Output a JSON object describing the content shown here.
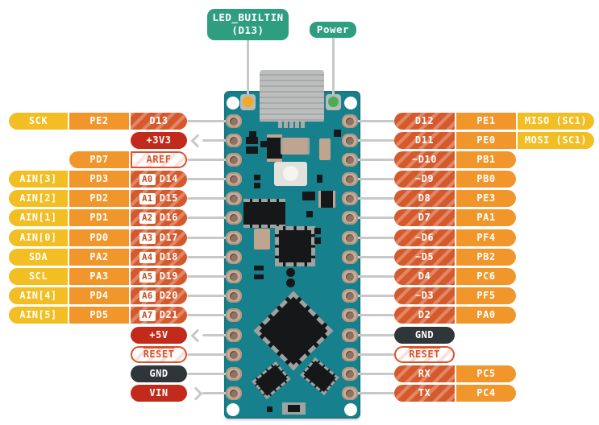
{
  "callouts": {
    "led_builtin": {
      "line1": "LED_BUILTIN",
      "line2": "(D13)"
    },
    "power": {
      "label": "Power"
    }
  },
  "left_rows": [
    {
      "signal": "SCK",
      "port": "PE2",
      "pin": "D13"
    },
    {
      "pin": "+3V3",
      "arrow": "toward-pill"
    },
    {
      "port": "PD7",
      "pin": "AREF"
    },
    {
      "signal": "AIN[3]",
      "port": "PD3",
      "pin_a": "A0",
      "pin": "D14"
    },
    {
      "signal": "AIN[2]",
      "port": "PD2",
      "pin_a": "A1",
      "pin": "D15"
    },
    {
      "signal": "AIN[1]",
      "port": "PD1",
      "pin_a": "A2",
      "pin": "D16"
    },
    {
      "signal": "AIN[0]",
      "port": "PD0",
      "pin_a": "A3",
      "pin": "D17"
    },
    {
      "signal": "SDA",
      "port": "PA2",
      "pin_a": "A4",
      "pin": "D18"
    },
    {
      "signal": "SCL",
      "port": "PA3",
      "pin_a": "A5",
      "pin": "D19"
    },
    {
      "signal": "AIN[4]",
      "port": "PD4",
      "pin_a": "A6",
      "pin": "D20"
    },
    {
      "signal": "AIN[5]",
      "port": "PD5",
      "pin_a": "A7",
      "pin": "D21"
    },
    {
      "pin": "+5V",
      "arrow": "toward-pill"
    },
    {
      "pin": "RESET"
    },
    {
      "pin": "GND"
    },
    {
      "pin": "VIN",
      "arrow": "toward-board"
    }
  ],
  "right_rows": [
    {
      "pin": "D12",
      "port": "PE1",
      "signal": "MISO (SC1)"
    },
    {
      "pin": "D11",
      "port": "PE0",
      "signal": "MOSI (SC1)"
    },
    {
      "pin": "~D10",
      "port": "PB1"
    },
    {
      "pin": "~D9",
      "port": "PB0"
    },
    {
      "pin": "D8",
      "port": "PE3"
    },
    {
      "pin": "D7",
      "port": "PA1"
    },
    {
      "pin": "~D6",
      "port": "PF4"
    },
    {
      "pin": "~D5",
      "port": "PB2"
    },
    {
      "pin": "D4",
      "port": "PC6"
    },
    {
      "pin": "~D3",
      "port": "PF5"
    },
    {
      "pin": "D2",
      "port": "PA0"
    },
    {
      "pin": "GND"
    },
    {
      "pin": "RESET"
    },
    {
      "pin": "RX",
      "port": "PC5"
    },
    {
      "pin": "TX",
      "port": "PC4"
    }
  ],
  "colors": {
    "signal_yellow": "#F2BE24",
    "port_orange": "#F0962B",
    "pin_dark_orange": "#D5592B",
    "power_red": "#C22A1B",
    "gnd_black": "#2F363A",
    "outline_orange": "#D7532B",
    "callout_green": "#2F9E80",
    "board_teal": "#17808D",
    "pad_tan": "#C7AC9C",
    "leader_gray": "#C6C9C8"
  }
}
